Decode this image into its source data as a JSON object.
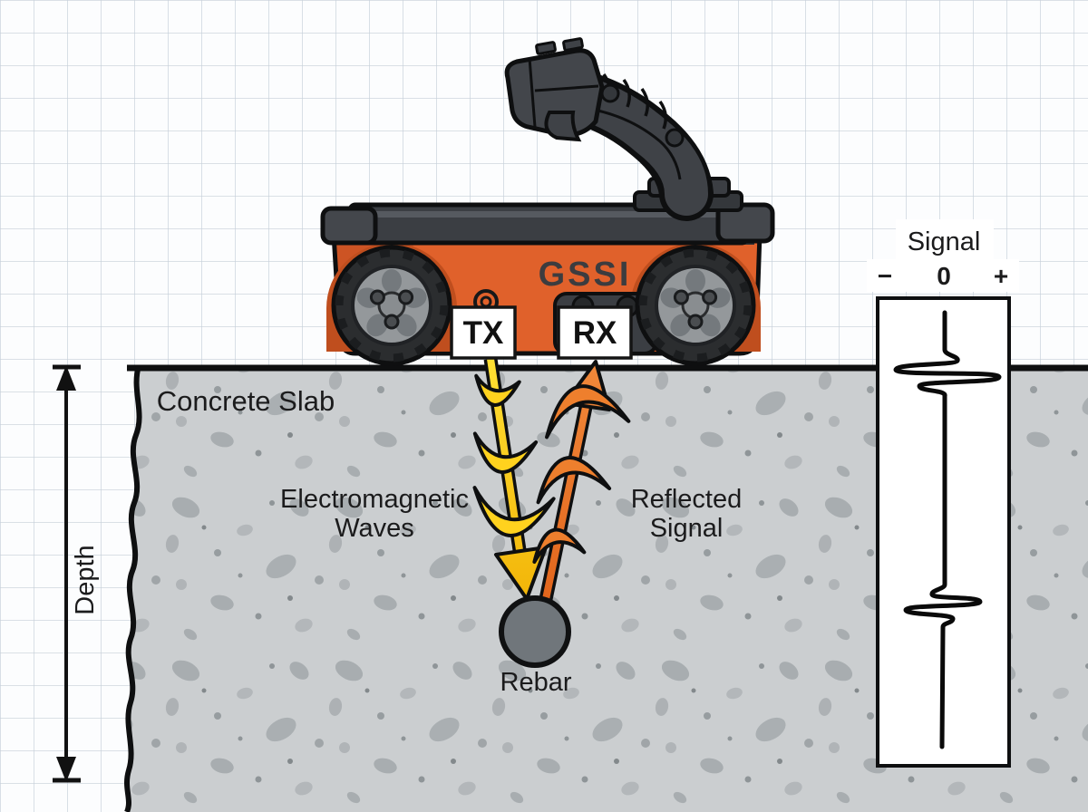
{
  "device": {
    "brand": "GSSI",
    "tx_label": "TX",
    "rx_label": "RX"
  },
  "labels": {
    "concrete": "Concrete Slab",
    "em_line1": "Electromagnetic",
    "em_line2": "Waves",
    "reflected_line1": "Reflected",
    "reflected_line2": "Signal",
    "rebar": "Rebar",
    "depth": "Depth"
  },
  "signal_panel": {
    "title": "Signal",
    "scale_minus": "−",
    "scale_zero": "0",
    "scale_plus": "+"
  },
  "colors": {
    "device_orange": "#E0612B",
    "device_orange_dark": "#C24E1E",
    "device_dark_gray": "#3B3E43",
    "outline_black": "#0E0F10",
    "wave_yellow": "#FFD21E",
    "wave_orange": "#EE7F2D",
    "concrete_base": "#CBCED0",
    "concrete_speckle": "#A8ADB0",
    "rebar_gray": "#70767B",
    "grid_line": "#C6CFD9",
    "paper_white": "#FCFDFE"
  }
}
